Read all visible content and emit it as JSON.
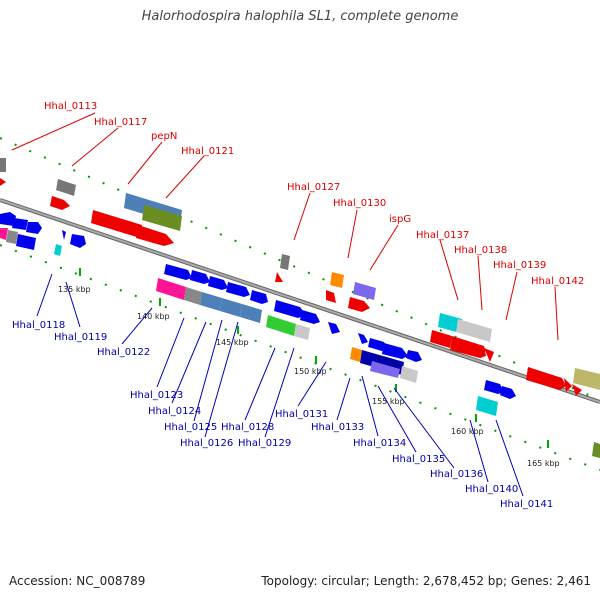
{
  "title": "Halorhodospira halophila SL1, complete genome",
  "footer": {
    "accession": "Accession: NC_008789",
    "summary": "Topology: circular; Length: 2,678,452 bp; Genes: 2,461"
  },
  "scale_labels": [
    "135 kbp",
    "140 kbp",
    "145 kbp",
    "150 kbp",
    "155 kbp",
    "160 kbp",
    "165 kbp"
  ],
  "top_labels": [
    "Hhal_0113",
    "Hhal_0117",
    "pepN",
    "Hhal_0121",
    "Hhal_0127",
    "Hhal_0130",
    "ispG",
    "Hhal_0137",
    "Hhal_0138",
    "Hhal_0139",
    "Hhal_0142"
  ],
  "bottom_labels": [
    "Hhal_0118",
    "Hhal_0119",
    "Hhal_0122",
    "Hhal_0123",
    "Hhal_0124",
    "Hhal_0125",
    "Hhal_0126",
    "Hhal_0128",
    "Hhal_0129",
    "Hhal_0131",
    "Hhal_0133",
    "Hhal_0134",
    "Hhal_0135",
    "Hhal_0136",
    "Hhal_0140",
    "Hhal_0141"
  ],
  "colors": {
    "forward_label": "#dd0000",
    "reverse_label": "#0000aa",
    "backbone": "#888888",
    "dots": "#009900"
  }
}
